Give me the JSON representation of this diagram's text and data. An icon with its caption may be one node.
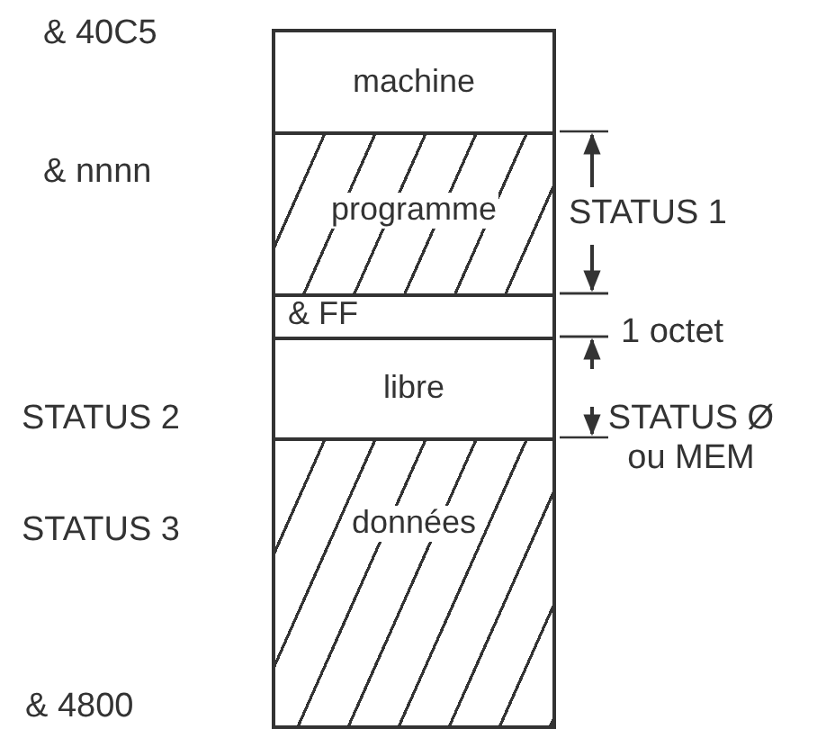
{
  "diagram": {
    "nodes": [
      {
        "text": [
          "machine"
        ]
      },
      {
        "text": [
          "programme"
        ]
      },
      {
        "text": [
          "& FF"
        ]
      },
      {
        "text": [
          "libre"
        ]
      },
      {
        "text": [
          "données"
        ]
      }
    ],
    "labels": [
      "& 40C5",
      "& nnnn",
      "STATUS 1",
      "1 octet",
      "STATUS 2",
      "STATUS Ø ou MEM",
      "STATUS 3",
      "& 4800"
    ]
  }
}
